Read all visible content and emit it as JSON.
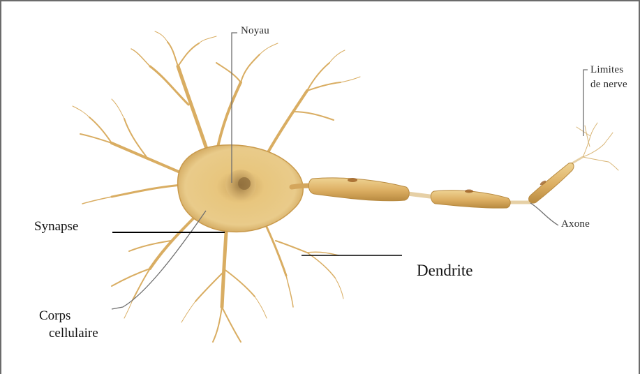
{
  "labels": {
    "noyau": "Noyau",
    "limites_line1": "Limites",
    "limites_line2": "de nerve",
    "synapse": "Synapse",
    "axone": "Axone",
    "dendrite": "Dendrite",
    "corps_line1": "Corps",
    "corps_line2": "cellulaire"
  },
  "colors": {
    "soma": "#e8c880",
    "soma_dark": "#c89a48",
    "dendrite": "#d9ad62",
    "axon": "#d4a65c",
    "myelin": "#e7c07a",
    "leader_line": "#6e6e6e",
    "frame": "#6b6b6b"
  }
}
